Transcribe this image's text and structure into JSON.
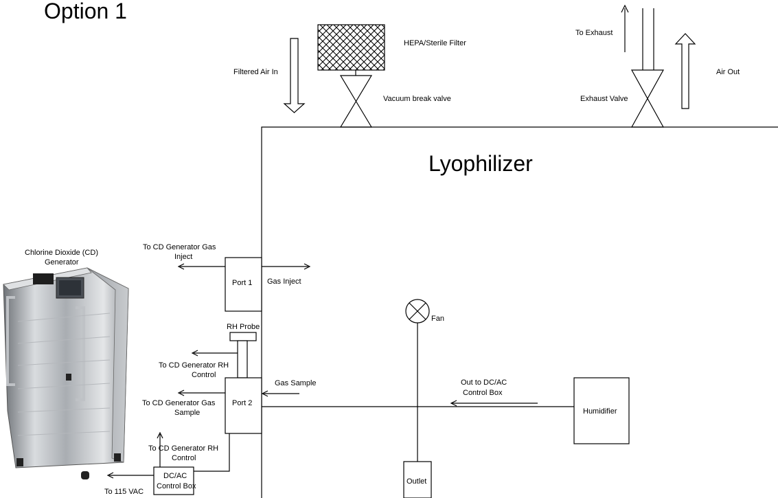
{
  "title": "Option 1",
  "labels": {
    "lyophilizer": "Lyophilizer",
    "hepa_filter": "HEPA/Sterile Filter",
    "filtered_air_in": "Filtered Air In",
    "vacuum_break_valve": "Vacuum break valve",
    "to_exhaust": "To Exhaust",
    "air_out": "Air Out",
    "exhaust_valve": "Exhaust Valve",
    "cd_generator_line1": "Chlorine Dioxide (CD)",
    "cd_generator_line2": "Generator",
    "to_cd_gas_inject_line1": "To CD Generator Gas",
    "to_cd_gas_inject_line2": "Inject",
    "port1": "Port 1",
    "gas_inject": "Gas Inject",
    "fan": "Fan",
    "rh_probe": "RH Probe",
    "to_cd_rh_control_top_line1": "To CD Generator RH",
    "to_cd_rh_control_top_line2": "Control",
    "gas_sample": "Gas Sample",
    "to_cd_gas_sample_line1": "To CD Generator Gas",
    "to_cd_gas_sample_line2": "Sample",
    "port2": "Port 2",
    "out_to_dcac_line1": "Out to DC/AC",
    "out_to_dcac_line2": "Control Box",
    "humidifier": "Humidifier",
    "to_cd_rh_control_bottom_line1": "To CD Generator RH",
    "to_cd_rh_control_bottom_line2": "Control",
    "dcac_box_line1": "DC/AC",
    "dcac_box_line2": "Control Box",
    "to_115vac": "To 115 VAC",
    "outlet": "Outlet"
  }
}
